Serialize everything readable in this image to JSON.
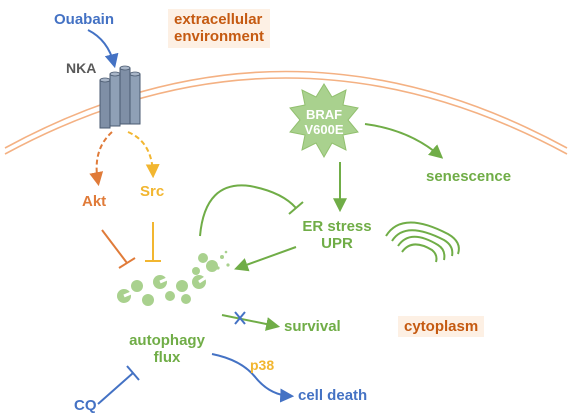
{
  "labels": {
    "ouabain": "Ouabain",
    "nka": "NKA",
    "extracellular_line1": "extracellular",
    "extracellular_line2": "environment",
    "akt": "Akt",
    "src": "Src",
    "braf_line1": "BRAF",
    "braf_line2": "V600E",
    "senescence": "senescence",
    "er_stress": "ER stress",
    "upr": "UPR",
    "survival": "survival",
    "cytoplasm": "cytoplasm",
    "autophagy_line1": "autophagy",
    "autophagy_line2": "flux",
    "p38": "p38",
    "cq": "CQ",
    "cell_death": "cell death"
  },
  "colors": {
    "blue": "#4472c4",
    "orange": "#e07b39",
    "yellow": "#f2b630",
    "green": "#70ad47",
    "light_green": "#a9d18e",
    "membrane": "#f4b183",
    "nka_gray": "#7f8fa6",
    "dark_gray": "#595959"
  }
}
